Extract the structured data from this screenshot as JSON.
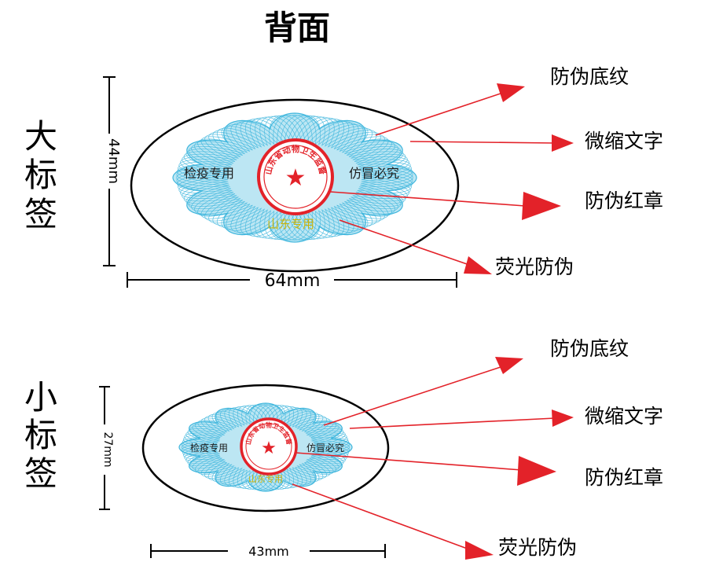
{
  "title": "背面",
  "large": {
    "side_label": "大标签",
    "height": "44mm",
    "width": "64mm",
    "seal_text": "山东省动物卫生监督",
    "left_text": "检疫专用",
    "right_text": "仿冒必究",
    "bottom_text": "山东专用",
    "callouts": [
      "防伪底纹",
      "微缩文字",
      "防伪红章",
      "荧光防伪"
    ]
  },
  "small": {
    "side_label": "小标签",
    "height": "27mm",
    "width": "43mm",
    "seal_text": "山东省动物卫生监督",
    "left_text": "检疫专用",
    "right_text": "仿冒必究",
    "bottom_text": "山东专用",
    "callouts": [
      "防伪底纹",
      "微缩文字",
      "防伪红章",
      "荧光防伪"
    ]
  },
  "colors": {
    "rosette": "#3fb6dd",
    "seal": "#e32229",
    "arrow": "#e32229",
    "fluorescent": "#c9b30a",
    "outline": "#000000"
  }
}
